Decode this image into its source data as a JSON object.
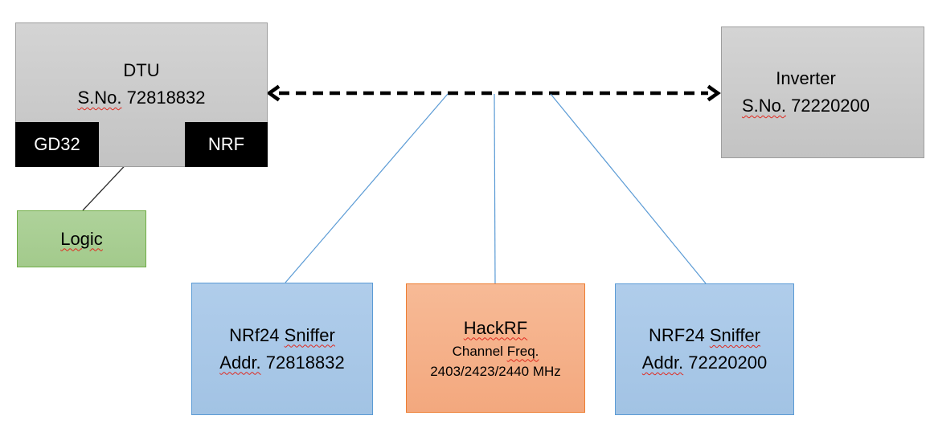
{
  "diagram": {
    "dtu": {
      "title": "DTU",
      "serial_label": "S.No.",
      "serial_number": "72818832",
      "chip_left": "GD32",
      "chip_right": "NRF"
    },
    "logic": {
      "label": "Logic"
    },
    "inverter": {
      "title": "Inverter",
      "serial_label": "S.No.",
      "serial_number": "72220200"
    },
    "sniffer_left": {
      "name_word1": "NRf24",
      "name_word2": "Sniffer",
      "addr_label": "Addr.",
      "addr_value": "72818832"
    },
    "hackrf": {
      "title": "HackRF",
      "freq_word1": "Channel",
      "freq_word2": "Freq.",
      "frequencies": "2403/2423/2440 MHz"
    },
    "sniffer_right": {
      "name_word1": "NRF24",
      "name_word2": "Sniffer",
      "addr_label": "Addr.",
      "addr_value": "72220200"
    },
    "colors": {
      "gray_fill": "#cacaca",
      "gray_border": "#9e9e9e",
      "blue_fill": "#a9c9e8",
      "blue_border": "#5b9bd5",
      "orange_fill": "#f5b28c",
      "orange_border": "#ed7d31",
      "green_fill": "#aacd96",
      "green_border": "#70ad47",
      "chip_fill": "#000000",
      "connector_blue": "#5b9bd5",
      "arrow_black": "#000000",
      "squiggle_red": "#e0281e"
    }
  }
}
